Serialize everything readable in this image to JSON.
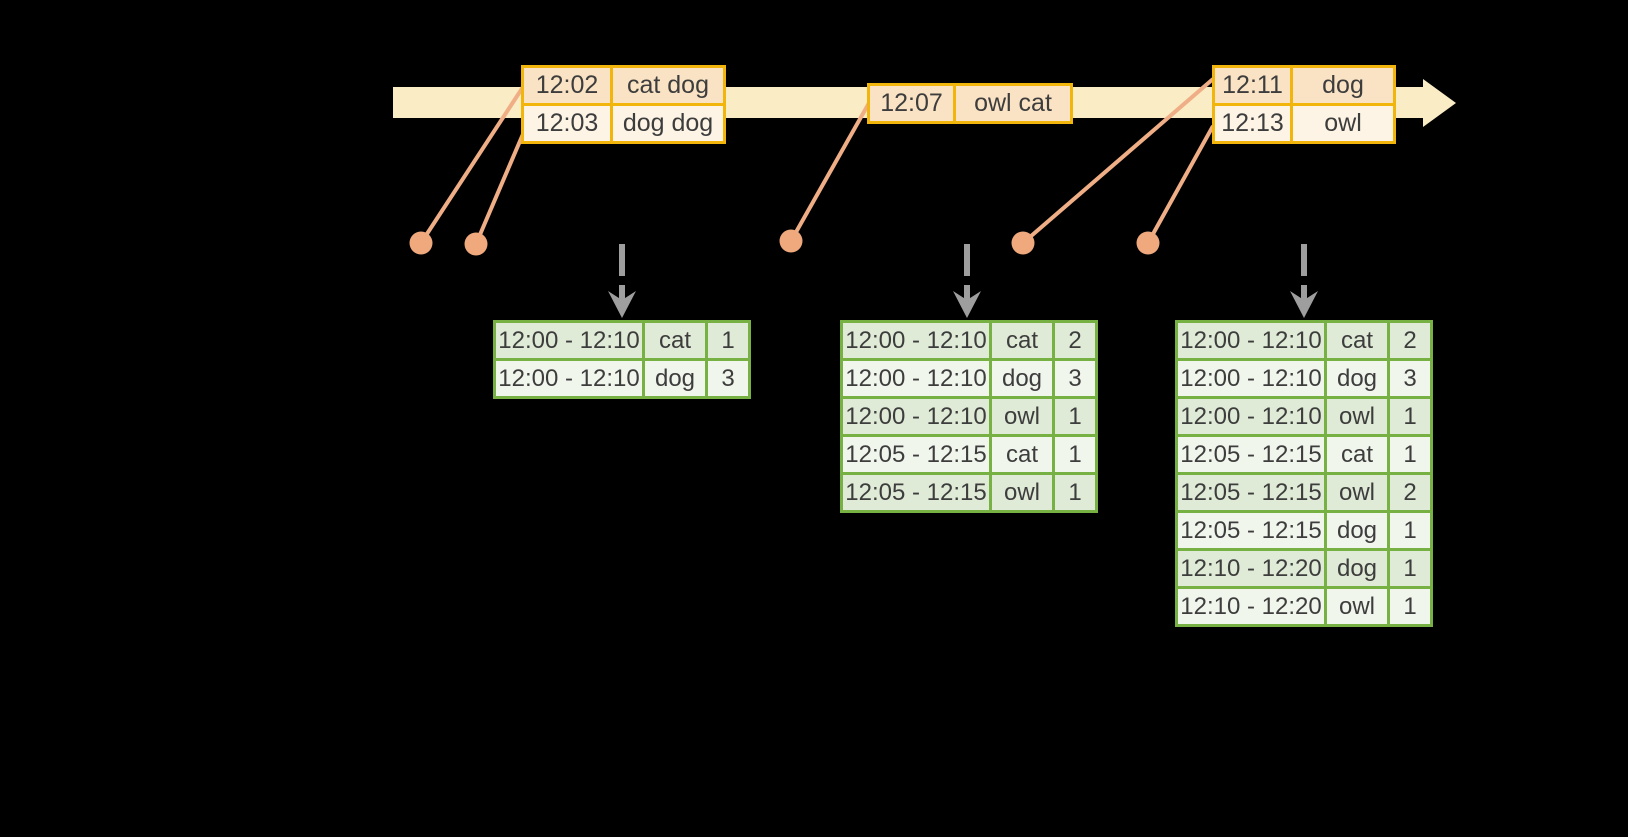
{
  "event_tables": [
    {
      "rows": [
        {
          "time": "12:02",
          "words": "cat dog"
        },
        {
          "time": "12:03",
          "words": "dog dog"
        }
      ]
    },
    {
      "rows": [
        {
          "time": "12:07",
          "words": "owl cat"
        }
      ]
    },
    {
      "rows": [
        {
          "time": "12:11",
          "words": "dog"
        },
        {
          "time": "12:13",
          "words": "owl"
        }
      ]
    }
  ],
  "result_tables": [
    {
      "rows": [
        {
          "window": "12:00 - 12:10",
          "word": "cat",
          "count": "1"
        },
        {
          "window": "12:00 - 12:10",
          "word": "dog",
          "count": "3"
        }
      ]
    },
    {
      "rows": [
        {
          "window": "12:00 - 12:10",
          "word": "cat",
          "count": "2"
        },
        {
          "window": "12:00 - 12:10",
          "word": "dog",
          "count": "3"
        },
        {
          "window": "12:00 - 12:10",
          "word": "owl",
          "count": "1"
        },
        {
          "window": "12:05 - 12:15",
          "word": "cat",
          "count": "1"
        },
        {
          "window": "12:05 - 12:15",
          "word": "owl",
          "count": "1"
        }
      ]
    },
    {
      "rows": [
        {
          "window": "12:00 - 12:10",
          "word": "cat",
          "count": "2"
        },
        {
          "window": "12:00 - 12:10",
          "word": "dog",
          "count": "3"
        },
        {
          "window": "12:00 - 12:10",
          "word": "owl",
          "count": "1"
        },
        {
          "window": "12:05 - 12:15",
          "word": "cat",
          "count": "1"
        },
        {
          "window": "12:05 - 12:15",
          "word": "owl",
          "count": "2"
        },
        {
          "window": "12:05 - 12:15",
          "word": "dog",
          "count": "1"
        },
        {
          "window": "12:10 - 12:20",
          "word": "dog",
          "count": "1"
        },
        {
          "window": "12:10 - 12:20",
          "word": "owl",
          "count": "1"
        }
      ]
    }
  ],
  "colors": {
    "background": "#000000",
    "timeline_band": "#faecc5",
    "event_table_border": "#f2b50c",
    "event_row_dark": "#fae3c4",
    "event_row_light": "#fdf4e5",
    "event_dot": "#efa97d",
    "connector_line": "#efae85",
    "trigger_arrow": "#9e9e9e",
    "result_table_border": "#77b144",
    "result_row_dark": "#dfebd6",
    "result_row_light": "#f1f6ed",
    "text": "#3d3d3d"
  }
}
